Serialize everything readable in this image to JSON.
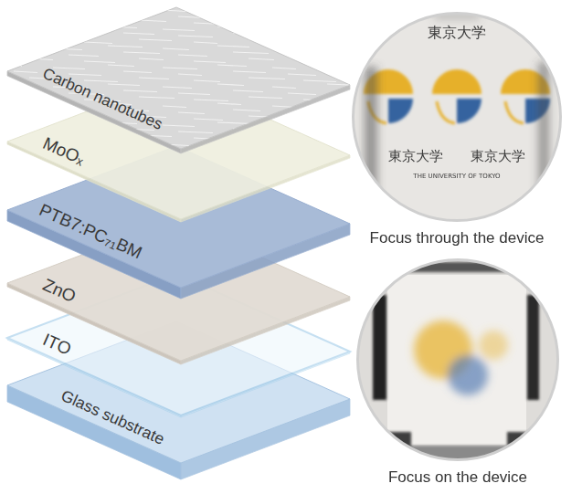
{
  "diagram": {
    "nodes": [
      {
        "text": [
          "Carbon nanotubes"
        ]
      },
      {
        "text": [
          "MoOₓ"
        ]
      },
      {
        "text": [
          "PTB7:PC₇₁BM"
        ]
      },
      {
        "text": [
          "ZnO"
        ]
      },
      {
        "text": [
          "ITO"
        ]
      },
      {
        "text": [
          "Glass substrate"
        ]
      },
      {
        "text": [
          "Focus through the device"
        ]
      },
      {
        "text": [
          "Focus on the device"
        ]
      }
    ],
    "labels": [
      "東京大学",
      "東京大学",
      "東京大学",
      "THE UNIVERSITY OF TOKYO"
    ]
  }
}
